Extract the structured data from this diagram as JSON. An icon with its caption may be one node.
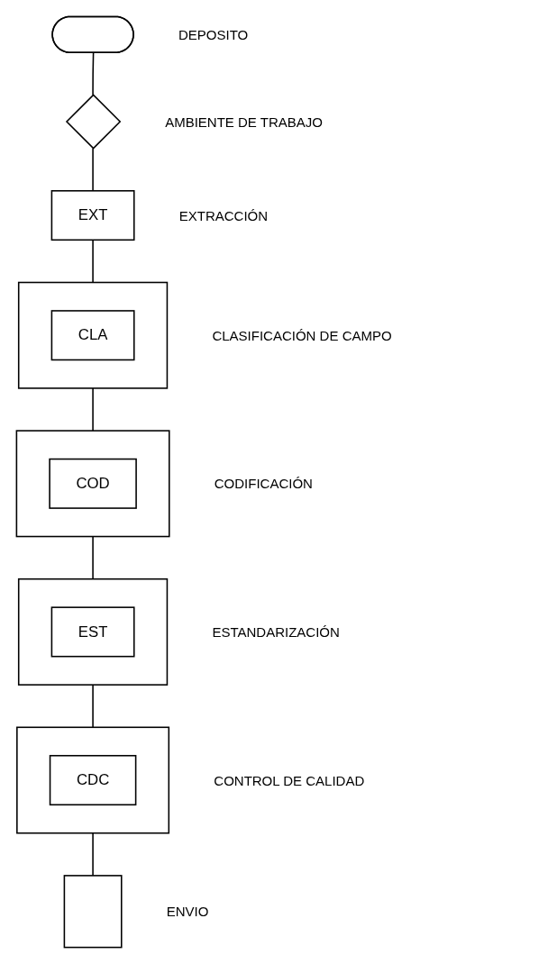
{
  "diagram": {
    "nodes": [
      {
        "text": [],
        "shape": "ellipse",
        "beside": [
          "DEPOSITO"
        ]
      },
      {
        "text": [],
        "shape": "diamond",
        "beside": [
          "AMBIENTE DE TRABAJO"
        ]
      },
      {
        "text": [
          "EXT"
        ],
        "beside": [
          "EXTRACCIÓN"
        ]
      },
      {
        "text": [],
        "shape": "box",
        "beside": [
          "CLASIFICACIÓN DE CAMPO"
        ]
      },
      {
        "text": [
          "CLA"
        ],
        "in": 3
      },
      {
        "text": [],
        "shape": "box",
        "beside": [
          "CODIFICACIÓN"
        ]
      },
      {
        "text": [
          "COD"
        ],
        "in": 5
      },
      {
        "text": [],
        "shape": "box",
        "beside": [
          "ESTANDARIZACIÓN"
        ]
      },
      {
        "text": [
          "EST"
        ],
        "in": 7
      },
      {
        "text": [],
        "shape": "box",
        "beside": [
          "CONTROL DE CALIDAD"
        ]
      },
      {
        "text": [
          "CDC"
        ],
        "in": 9
      },
      {
        "text": [],
        "shape": "box",
        "beside": [
          "ENVIO"
        ]
      }
    ],
    "edges": [
      {
        "from": 0,
        "to": 1,
        "arrow": "none"
      },
      {
        "from": 1,
        "to": 2,
        "arrow": "none"
      },
      {
        "from": 2,
        "to": 3,
        "arrow": "none"
      },
      {
        "from": 3,
        "to": 5,
        "arrow": "none"
      },
      {
        "from": 5,
        "to": 7,
        "arrow": "none"
      },
      {
        "from": 7,
        "to": 9,
        "arrow": "none"
      },
      {
        "from": 9,
        "to": 11,
        "arrow": "none"
      }
    ]
  }
}
